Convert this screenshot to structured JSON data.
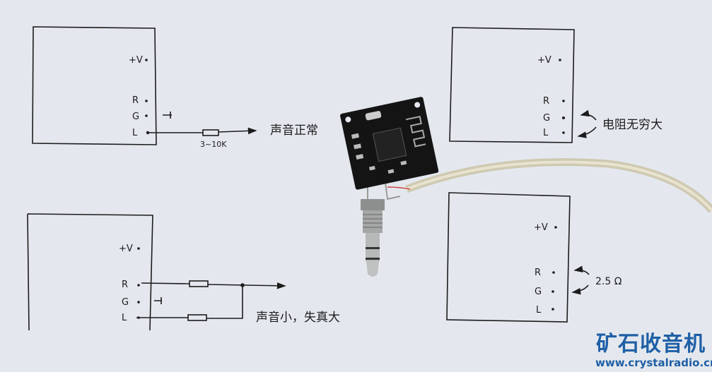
{
  "pin_labels": {
    "vplus": "+V",
    "r": "R",
    "g": "G",
    "l": "L"
  },
  "diagrams": [
    {
      "id": "top-left",
      "resistor_label": "3~10K",
      "note": "声音正常"
    },
    {
      "id": "top-right",
      "note": "电阻无穷大"
    },
    {
      "id": "bottom-left",
      "note": "声音小，失真大"
    },
    {
      "id": "bottom-right",
      "note": "2.5 Ω"
    }
  ],
  "watermark": {
    "title": "矿石收音机",
    "url": "www.crystalradio.cn",
    "color": "#1f5fa6"
  }
}
